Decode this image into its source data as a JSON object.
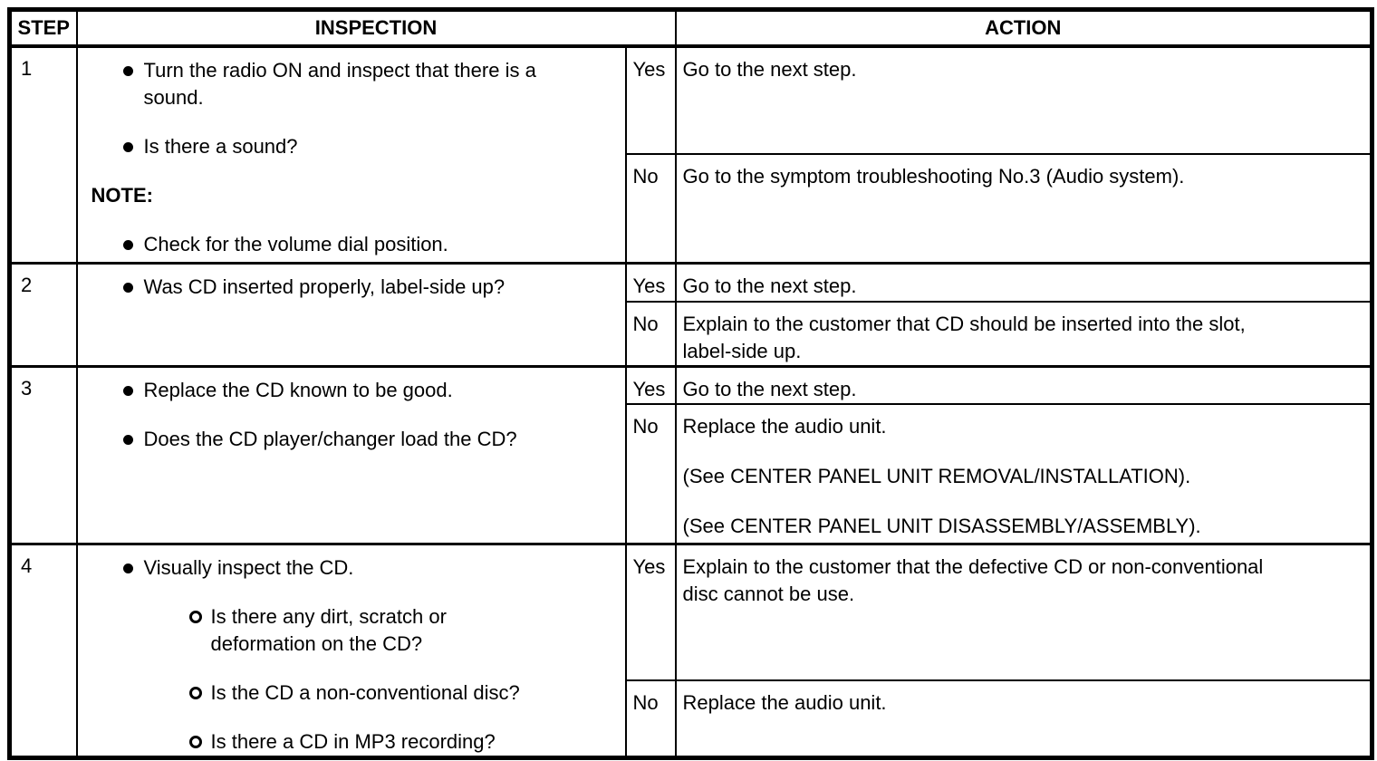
{
  "header": {
    "step": "STEP",
    "inspection": "INSPECTION",
    "action": "ACTION"
  },
  "steps": [
    {
      "number": "1",
      "bullets": [
        {
          "lines": [
            "Turn the radio ON and inspect that there is a",
            "sound."
          ]
        },
        {
          "lines": [
            "Is there a sound?"
          ]
        }
      ],
      "note_label": "NOTE:",
      "note_bullets": [
        {
          "lines": [
            "Check for the volume dial position."
          ]
        }
      ],
      "yes_label": "Yes",
      "yes_actions": [
        {
          "lines": [
            "Go to the next step."
          ]
        }
      ],
      "no_label": "No",
      "no_actions": [
        {
          "lines": [
            "Go to the symptom troubleshooting No.3 (Audio system)."
          ]
        }
      ]
    },
    {
      "number": "2",
      "bullets": [
        {
          "lines": [
            "Was CD inserted properly, label-side up?"
          ]
        }
      ],
      "yes_label": "Yes",
      "yes_actions": [
        {
          "lines": [
            "Go to the next step."
          ]
        }
      ],
      "no_label": "No",
      "no_actions": [
        {
          "lines": [
            "Explain to the customer that CD should be inserted into the slot,",
            "label-side up."
          ]
        }
      ]
    },
    {
      "number": "3",
      "bullets": [
        {
          "lines": [
            "Replace the CD known to be good."
          ]
        },
        {
          "lines": [
            "Does the CD player/changer load the CD?"
          ]
        }
      ],
      "yes_label": "Yes",
      "yes_actions": [
        {
          "lines": [
            "Go to the next step."
          ]
        }
      ],
      "no_label": "No",
      "no_actions": [
        {
          "lines": [
            "Replace the audio unit."
          ]
        },
        {
          "lines": [
            "(See CENTER PANEL UNIT REMOVAL/INSTALLATION)."
          ]
        },
        {
          "lines": [
            "(See CENTER PANEL UNIT DISASSEMBLY/ASSEMBLY)."
          ]
        }
      ]
    },
    {
      "number": "4",
      "bullets": [
        {
          "lines": [
            "Visually inspect the CD."
          ]
        }
      ],
      "sub_bullets": [
        {
          "lines": [
            "Is there any dirt, scratch or",
            "deformation on the CD?"
          ]
        },
        {
          "lines": [
            "Is the CD a non-conventional disc?"
          ]
        },
        {
          "lines": [
            "Is there a CD in MP3 recording?"
          ]
        }
      ],
      "yes_label": "Yes",
      "yes_actions": [
        {
          "lines": [
            "Explain to the customer that the defective CD or non-conventional",
            "disc cannot be use."
          ]
        }
      ],
      "no_label": "No",
      "no_actions": [
        {
          "lines": [
            "Replace the audio unit."
          ]
        }
      ]
    }
  ]
}
